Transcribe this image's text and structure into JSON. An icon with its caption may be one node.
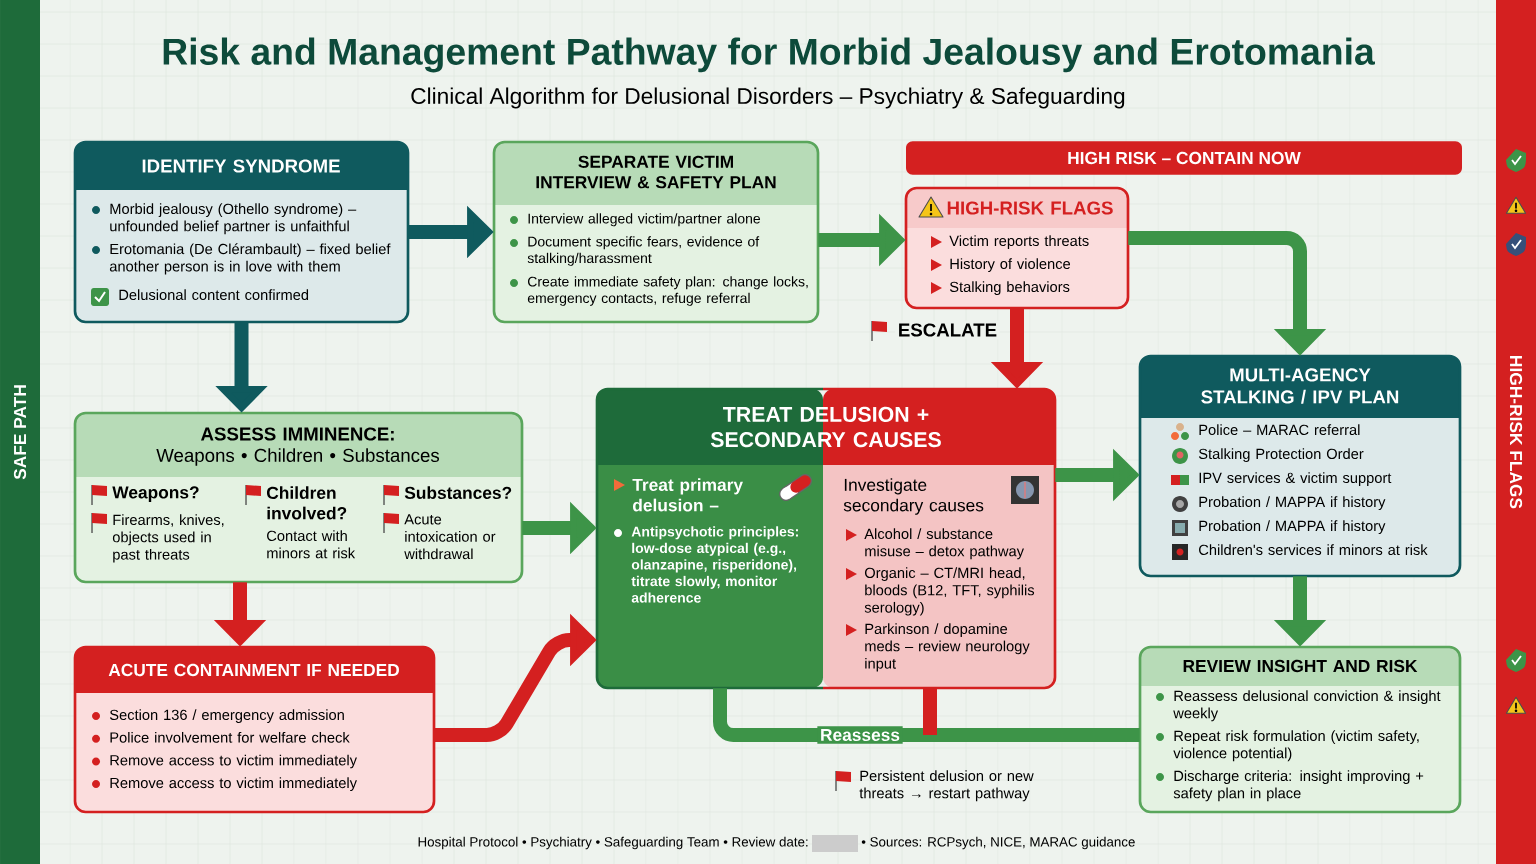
{
  "diagram": {
    "title": "Risk and Management Pathway for Morbid Jealousy and Erotomania",
    "nodes": [
      {
        "text": [
          "IDENTIFY SYNDROME",
          "Morbid jealousy (Othello syndrome) – unfounded belief partner is unfaithful",
          "Erotomania (De Clérambault) – fixed belief another person is in love with them",
          "Delusional content confirmed"
        ]
      },
      {
        "text": [
          "SEPARATE VICTIM INTERVIEW & SAFETY PLAN",
          "Interview alleged victim/partner alone",
          "Document specific fears, evidence of stalking/harassment",
          "Create immediate safety plan: change locks, emergency contacts, refuge referral"
        ]
      },
      {
        "text": [
          "HIGH RISK – CONTAIN NOW"
        ]
      },
      {
        "text": [
          "HIGH-RISK FLAGS",
          "Victim reports threats",
          "History of violence",
          "Stalking behaviors"
        ]
      },
      {
        "text": [
          "MULTI-AGENCY STALKING / IPV PLAN",
          "Police – MARAC referral",
          "Stalking Protection Order",
          "IPV services & victim support",
          "Probation / MAPPA if history",
          "Probation / MAPPA if history",
          "Children's services if minors at risk"
        ]
      },
      {
        "text": [
          "ASSESS IMMINENCE:",
          "Weapons • Children • Substances",
          "Weapons?",
          "Firearms, knives, objects used in past threats",
          "Children involved?",
          "Contact with minors at risk",
          "Substances?",
          "Acute intoxication or withdrawal"
        ]
      },
      {
        "text": [
          "TREAT DELUSION + SECONDARY CAUSES",
          "Treat primary delusion –",
          "Antipsychotic principles: low-dose atypical (e.g., olanzapine, risperidone), titrate slowly, monitor adherence",
          "Investigate secondary causes",
          "Alcohol / substance misuse – detox pathway",
          "Organic – CT/MRI head, bloods (B12, TFT, syphilis serology)",
          "Parkinson / dopamine meds – review neurology input"
        ]
      },
      {
        "text": [
          "ACUTE CONTAINMENT IF NEEDED",
          "Section 136 / emergency admission",
          "Police involvement for welfare check",
          "Remove access to victim immediately",
          "Remove access to victim immediately"
        ]
      },
      {
        "text": [
          "REVIEW INSIGHT AND RISK",
          "Reassess delusional conviction & insight weekly",
          "Repeat risk formulation (victim safety, violence potential)",
          "Discharge criteria: insight improving + safety plan in place"
        ]
      }
    ],
    "edges": [
      {
        "from": 0,
        "to": 1,
        "arrow": "to",
        "color": "#0f5a5e"
      },
      {
        "from": 1,
        "to": 3,
        "arrow": "to"
      },
      {
        "from": 3,
        "to": 4,
        "arrow": "to"
      },
      {
        "from": 3,
        "to": 6,
        "arrow": "to",
        "label": "ESCALATE",
        "color": "#d42020"
      },
      {
        "from": 0,
        "to": 5,
        "arrow": "to",
        "color": "#0f5a5e"
      },
      {
        "from": 5,
        "to": 6,
        "arrow": "to"
      },
      {
        "from": 5,
        "to": 7,
        "arrow": "to",
        "color": "#d42020"
      },
      {
        "from": 7,
        "to": 6,
        "arrow": "to",
        "color": "#d42020"
      },
      {
        "from": 6,
        "to": 4,
        "arrow": "to"
      },
      {
        "from": 4,
        "to": 8,
        "arrow": "to"
      },
      {
        "from": 6,
        "to": 8,
        "arrow": "none",
        "label": "Reassess"
      }
    ],
    "labels": [
      "Clinical Algorithm for Delusional Disorders – Psychiatry & Safeguarding",
      "SAFE PATH",
      "HIGH-RISK FLAGS",
      "Persistent delusion or new threats → restart pathway",
      "Hospital Protocol • Psychiatry • Safeguarding Team • Review date:",
      "• Sources: RCPsych, NICE, MARAC guidance"
    ]
  }
}
